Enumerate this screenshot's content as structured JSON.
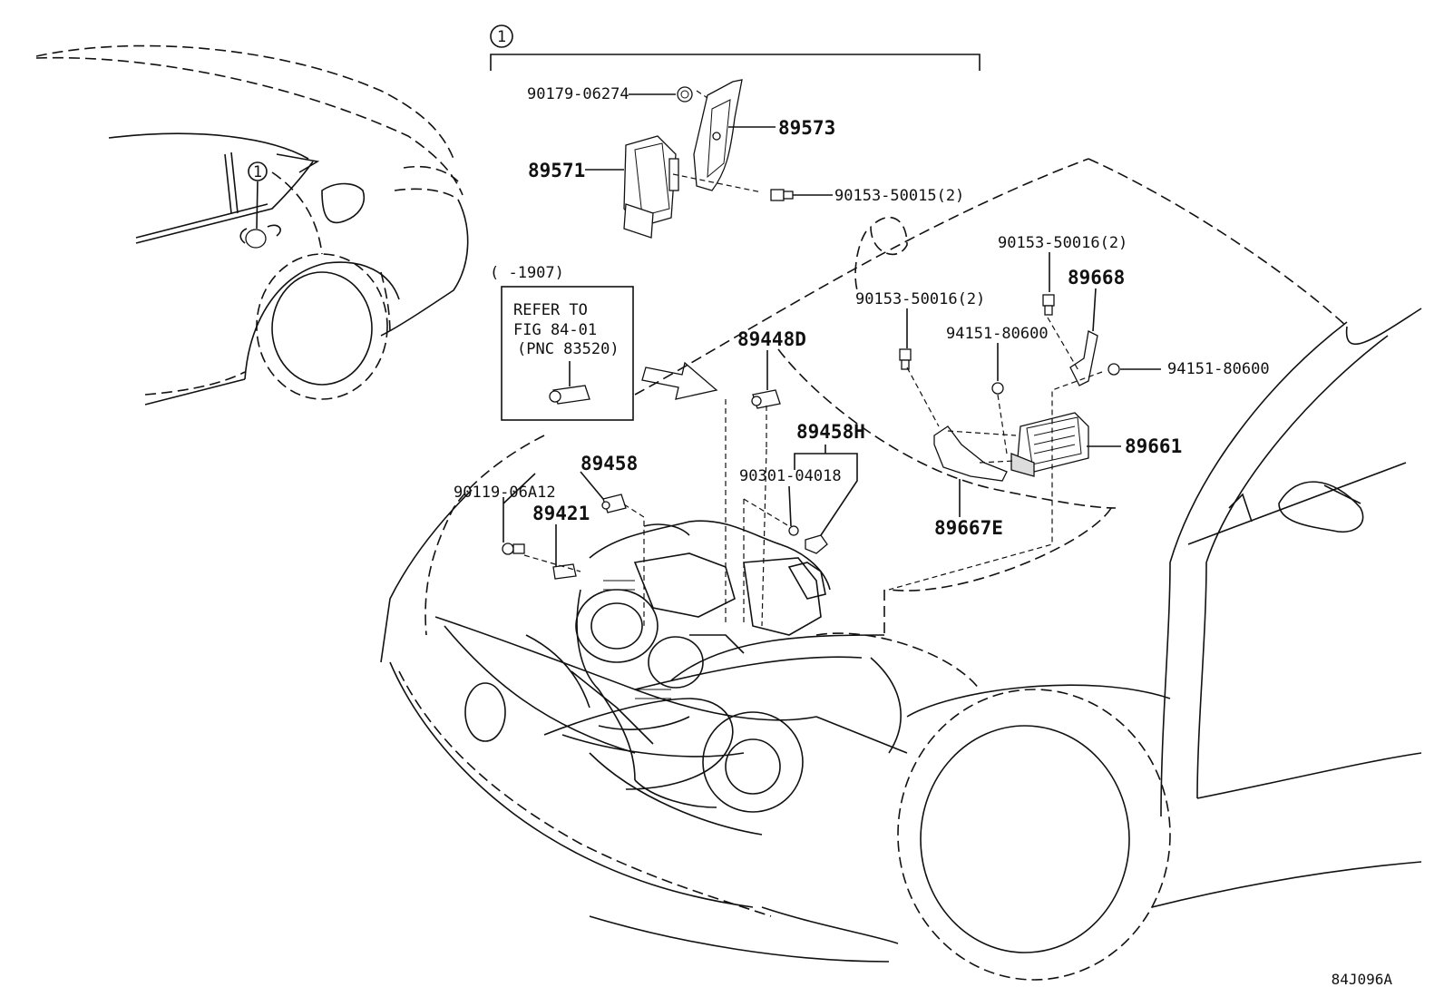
{
  "diagram_code": "84J096A",
  "callout_number": "1",
  "ref_box": {
    "period": "(      -1907)",
    "line1": "REFER TO",
    "line2": "FIG 84-01",
    "line3": "(PNC 83520)"
  },
  "parts": {
    "p90179_06274": "90179-06274",
    "p89573": "89573",
    "p89571": "89571",
    "p90153_50015": "90153-50015(2)",
    "p90153_50016_a": "90153-50016(2)",
    "p89668": "89668",
    "p90153_50016_b": "90153-50016(2)",
    "p94151_80600_a": "94151-80600",
    "p94151_80600_b": "94151-80600",
    "p89661": "89661",
    "p89667E": "89667E",
    "p89448D": "89448D",
    "p89458H": "89458H",
    "p90301_04018": "90301-04018",
    "p89458": "89458",
    "p90119_06A12": "90119-06A12",
    "p89421": "89421"
  }
}
